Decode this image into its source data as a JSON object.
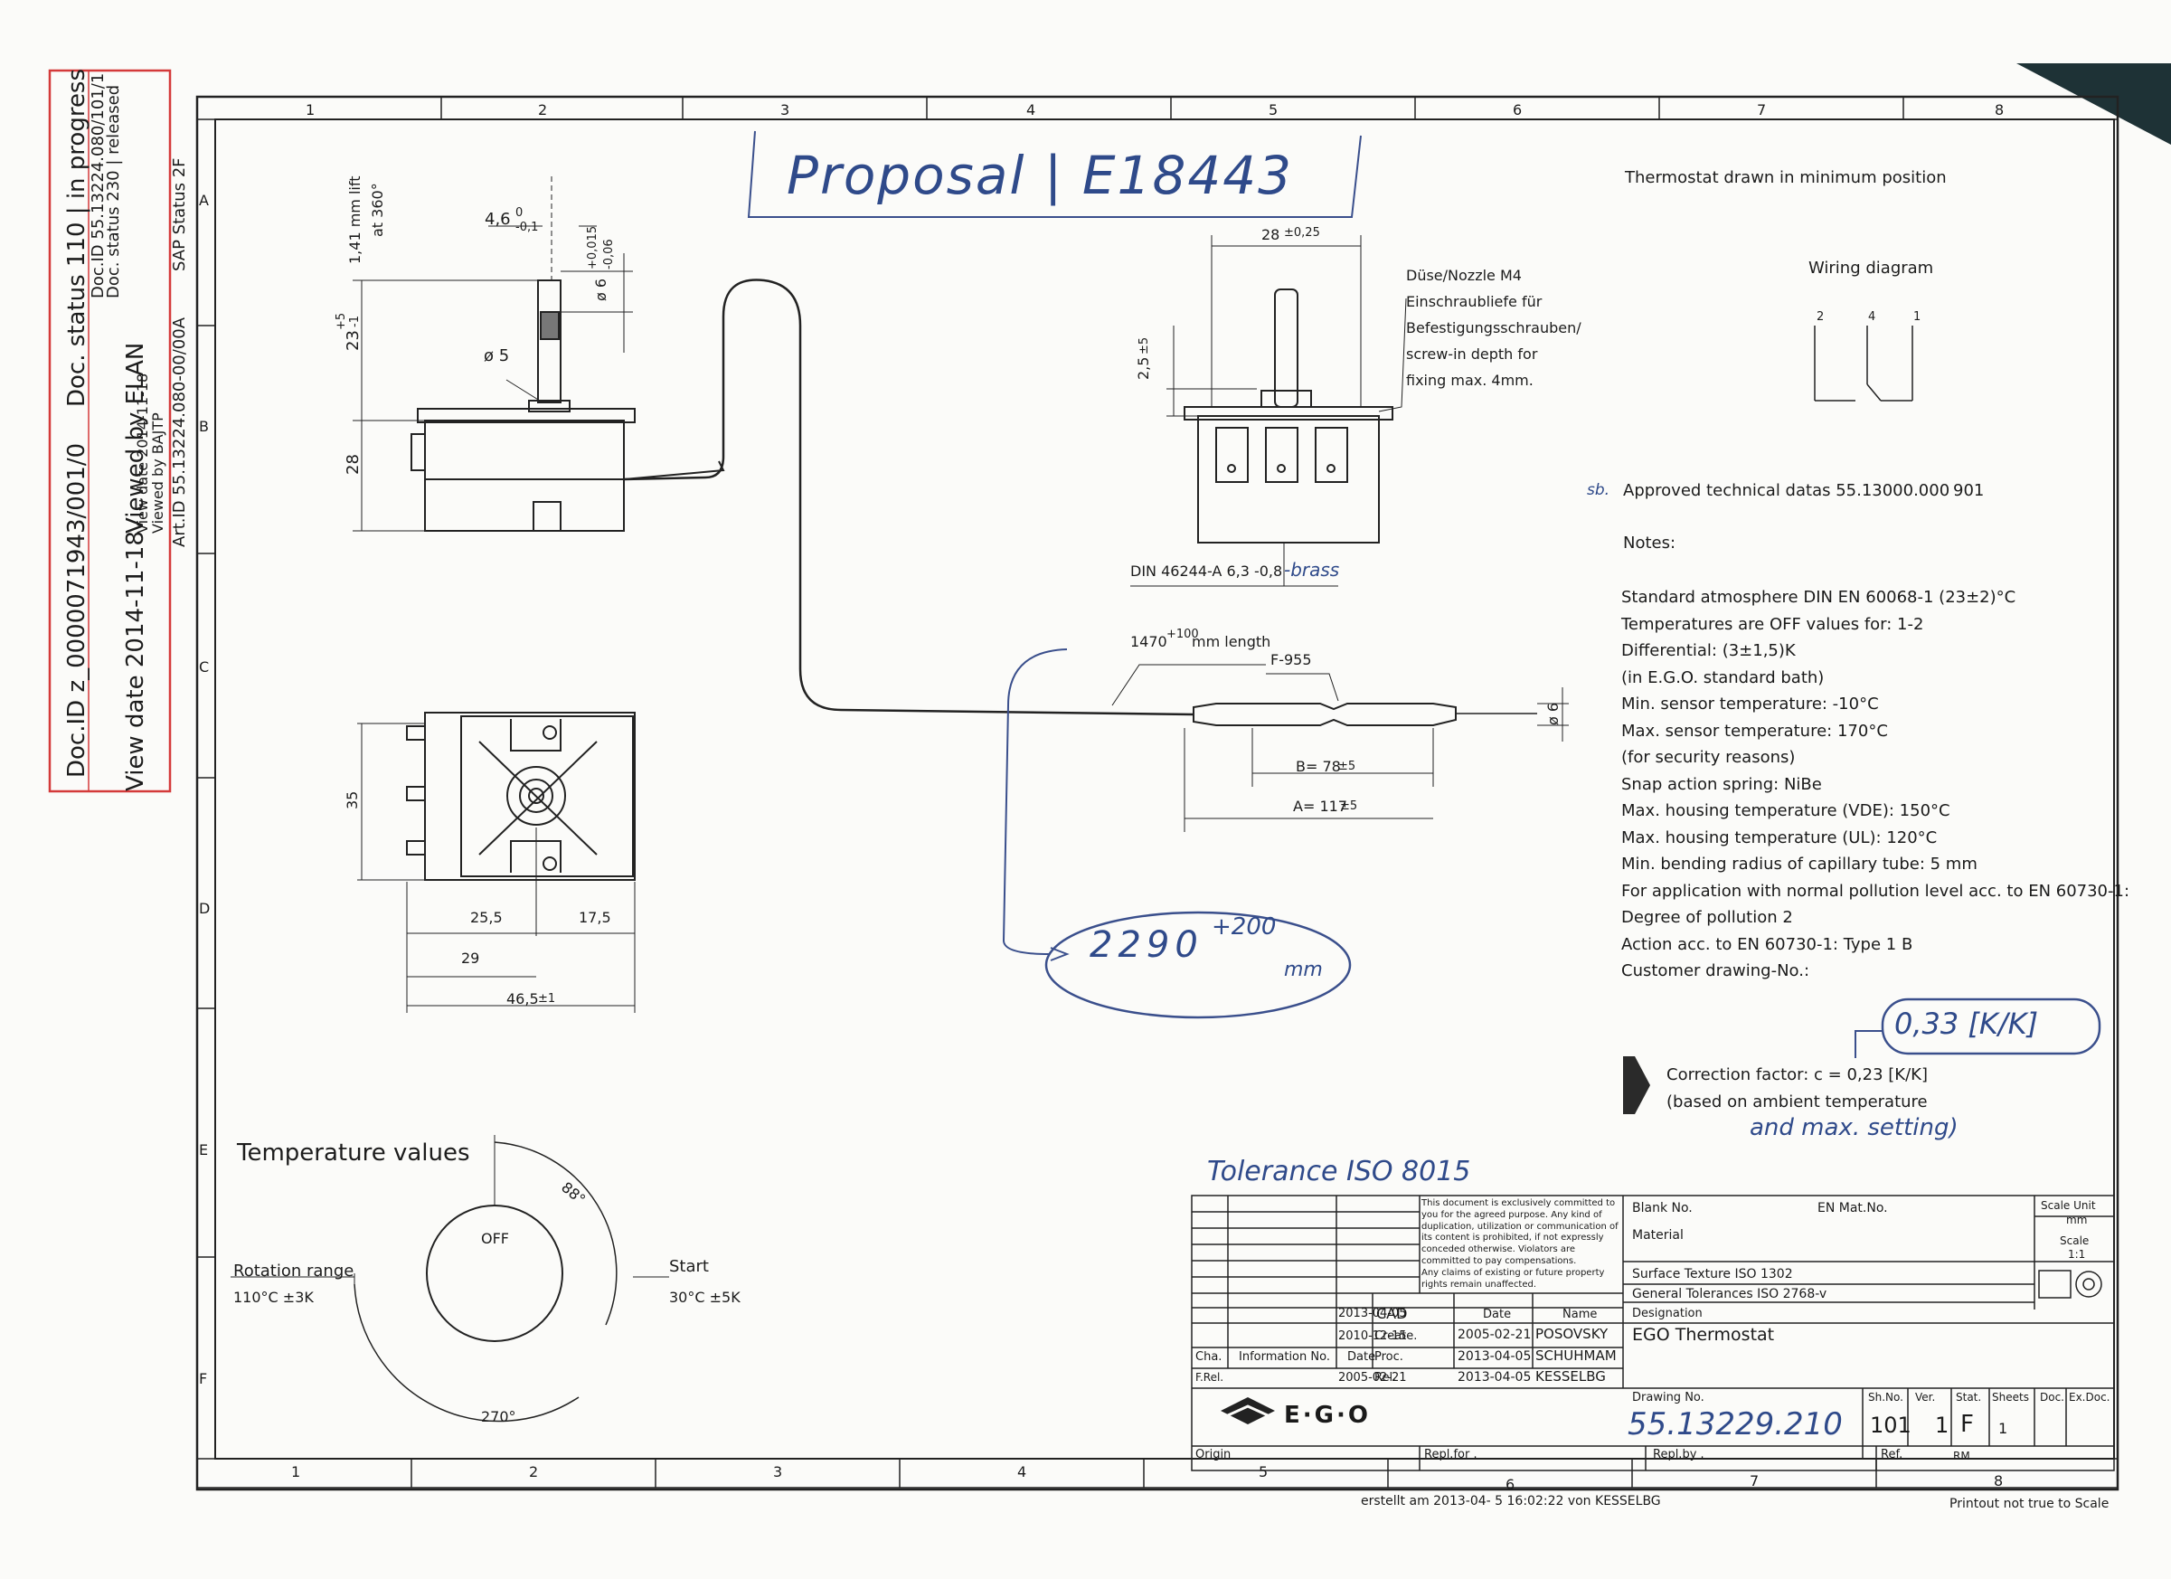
{
  "stamp": {
    "doc_id": "Doc.ID z_0000071943/001/0",
    "doc_status": "Doc. status 110 | in progress",
    "view_date": "View date 2014-11-18",
    "viewed_by": "Viewed by ELAN",
    "doc_id_small": "Doc.ID 55.13224.080/101/1",
    "doc_status_small": "Doc. status 230 | released",
    "view_date_small": "View date 2014-11-18",
    "viewed_by_small": "Viewed by BAJTP",
    "art_id": "Art.ID 55.13224.080-00/00A",
    "sap_status": "SAP Status 2F"
  },
  "grid": {
    "columns": [
      "1",
      "2",
      "3",
      "4",
      "5",
      "6",
      "7",
      "8"
    ],
    "rows": [
      "A",
      "B",
      "C",
      "D",
      "E",
      "F"
    ]
  },
  "annotations": {
    "proposal": "Proposal | E18443",
    "capillary_length": "2290",
    "capillary_tol": "+200",
    "capillary_unit": "mm",
    "brass": "-brass",
    "sb": "sb.",
    "correction_handwritten": "0,33 [K/K]",
    "ambient_extra": "and max. setting)",
    "tolerance": "Tolerance ISO 8015"
  },
  "dimensions": {
    "d_46": "4,6",
    "d_46_tol_top": "0",
    "d_46_tol_bot": "-0,1",
    "lift": "1,41 mm lift",
    "at360": "at 360°",
    "d_phi6": "ø 6",
    "d_phi6_tol_top": "+0,015",
    "d_phi6_tol_bot": "-0,06",
    "d_23": "23",
    "d_23_tol_top": "+5",
    "d_23_tol_bot": "-1",
    "d_phi5": "ø 5",
    "d_28v": "28",
    "d_28h": "28",
    "d_28h_tol": "±0,25",
    "d_25": "2,5",
    "d_25_tol": "±5",
    "nozzle1": "Düse/Nozzle M4",
    "nozzle2": "Einschraubliefe für",
    "nozzle3": "Befestigungsschrauben/",
    "nozzle4": "screw-in depth for",
    "nozzle5": "fixing max. 4mm.",
    "din": "DIN 46244-A 6,3 -0,8",
    "cap_len": "1470",
    "cap_len_tol": "+100",
    "cap_len_unit": "mm length",
    "f955": "F-955",
    "phi6_bulb": "ø 6",
    "b78": "B= 78",
    "b78_tol": "±5",
    "a117": "A= 117",
    "a117_tol": "±5",
    "d_35": "35",
    "d_255": "25,5",
    "d_175": "17,5",
    "d_29": "29",
    "d_465": "46,5",
    "d_465_tol": "±1"
  },
  "temperature": {
    "title": "Temperature values",
    "off": "OFF",
    "deg88": "88°",
    "deg270": "270°",
    "rotation_label": "Rotation range",
    "rotation_value": "110°C ±3K",
    "start_label": "Start",
    "start_value": "30°C ±5K"
  },
  "right_text": {
    "min_pos": "Thermostat drawn in minimum position",
    "wiring": "Wiring diagram",
    "w2": "2",
    "w4": "4",
    "w1": "1",
    "approved": "Approved technical datas 55.13000.000",
    "approved_sheet": "901",
    "notes": "Notes:",
    "lines": [
      "Standard atmosphere DIN EN 60068-1 (23±2)°C",
      "Temperatures are OFF values for: 1-2",
      "Differential: (3±1,5)K",
      "(in E.G.O. standard bath)",
      "Min. sensor temperature: -10°C",
      "Max. sensor temperature: 170°C",
      "(for security reasons)",
      "Snap action spring: NiBe",
      "Max. housing temperature (VDE): 150°C",
      "Max. housing temperature (UL): 120°C",
      "Min. bending radius of capillary tube: 5 mm",
      "For application with normal pollution level acc. to EN 60730-1:",
      "Degree of pollution 2",
      "Action acc. to EN 60730-1: Type 1 B",
      "Customer drawing-No.:"
    ],
    "correction": "Correction factor: c = 0,23 [K/K]",
    "ambient": "(based on ambient temperature"
  },
  "title_block": {
    "disclaimer": [
      "This document is exclusively committed to",
      "you for the agreed purpose. Any kind of",
      "duplication, utilization or communication of",
      "its content is prohibited, if not expressly",
      "conceded otherwise. Violators are",
      "committed to pay compensations.",
      "Any claims of existing or future property",
      "rights remain unaffected."
    ],
    "blank_no": "Blank No.",
    "en_mat": "EN Mat.No.",
    "material": "Material",
    "scale_unit": "Scale Unit",
    "mm": "mm",
    "scale": "Scale",
    "scale_val": "1:1",
    "surface": "Surface Texture ISO 1302",
    "general_tol": "General Tolerances  ISO 2768-v",
    "designation": "Designation",
    "designation_val": "EGO Thermostat",
    "rev_dates": [
      "2013-04-05",
      "2010-12-15"
    ],
    "cad": "CAD",
    "date_h": "Date",
    "name_h": "Name",
    "create": "Create.",
    "create_date": "2005-02-21",
    "create_name": "POSOVSKY",
    "proc": "Proc.",
    "proc_date": "2013-04-05",
    "proc_name": "SCHUHMAM",
    "rel": "Rel.",
    "rel_date": "2013-04-05",
    "rel_name": "KESSELBG",
    "cha": "Cha.",
    "info_no": "Information No.",
    "date2": "Date",
    "frel": "F.Rel.",
    "frel_date": "2005-02-21",
    "drawing_no_label": "Drawing No.",
    "drawing_no": "55.13229.210",
    "shno_l": "Sh.No.",
    "shno": "101",
    "ver_l": "Ver.",
    "ver": "1",
    "stat_l": "Stat.",
    "stat": "F",
    "sheets_l": "Sheets",
    "sheets": "1",
    "doc_l": "Doc.",
    "exdoc_l": "Ex.Doc.",
    "origin": "Origin",
    "repl_for": "Repl.for .",
    "repl_by": "Repl.by .",
    "ref": "Ref.",
    "ref_val": "RM",
    "logo": "E·G·O",
    "created": "erstellt am 2013-04- 5 16:02:22 von KESSELBG",
    "printout": "Printout not true to Scale"
  }
}
